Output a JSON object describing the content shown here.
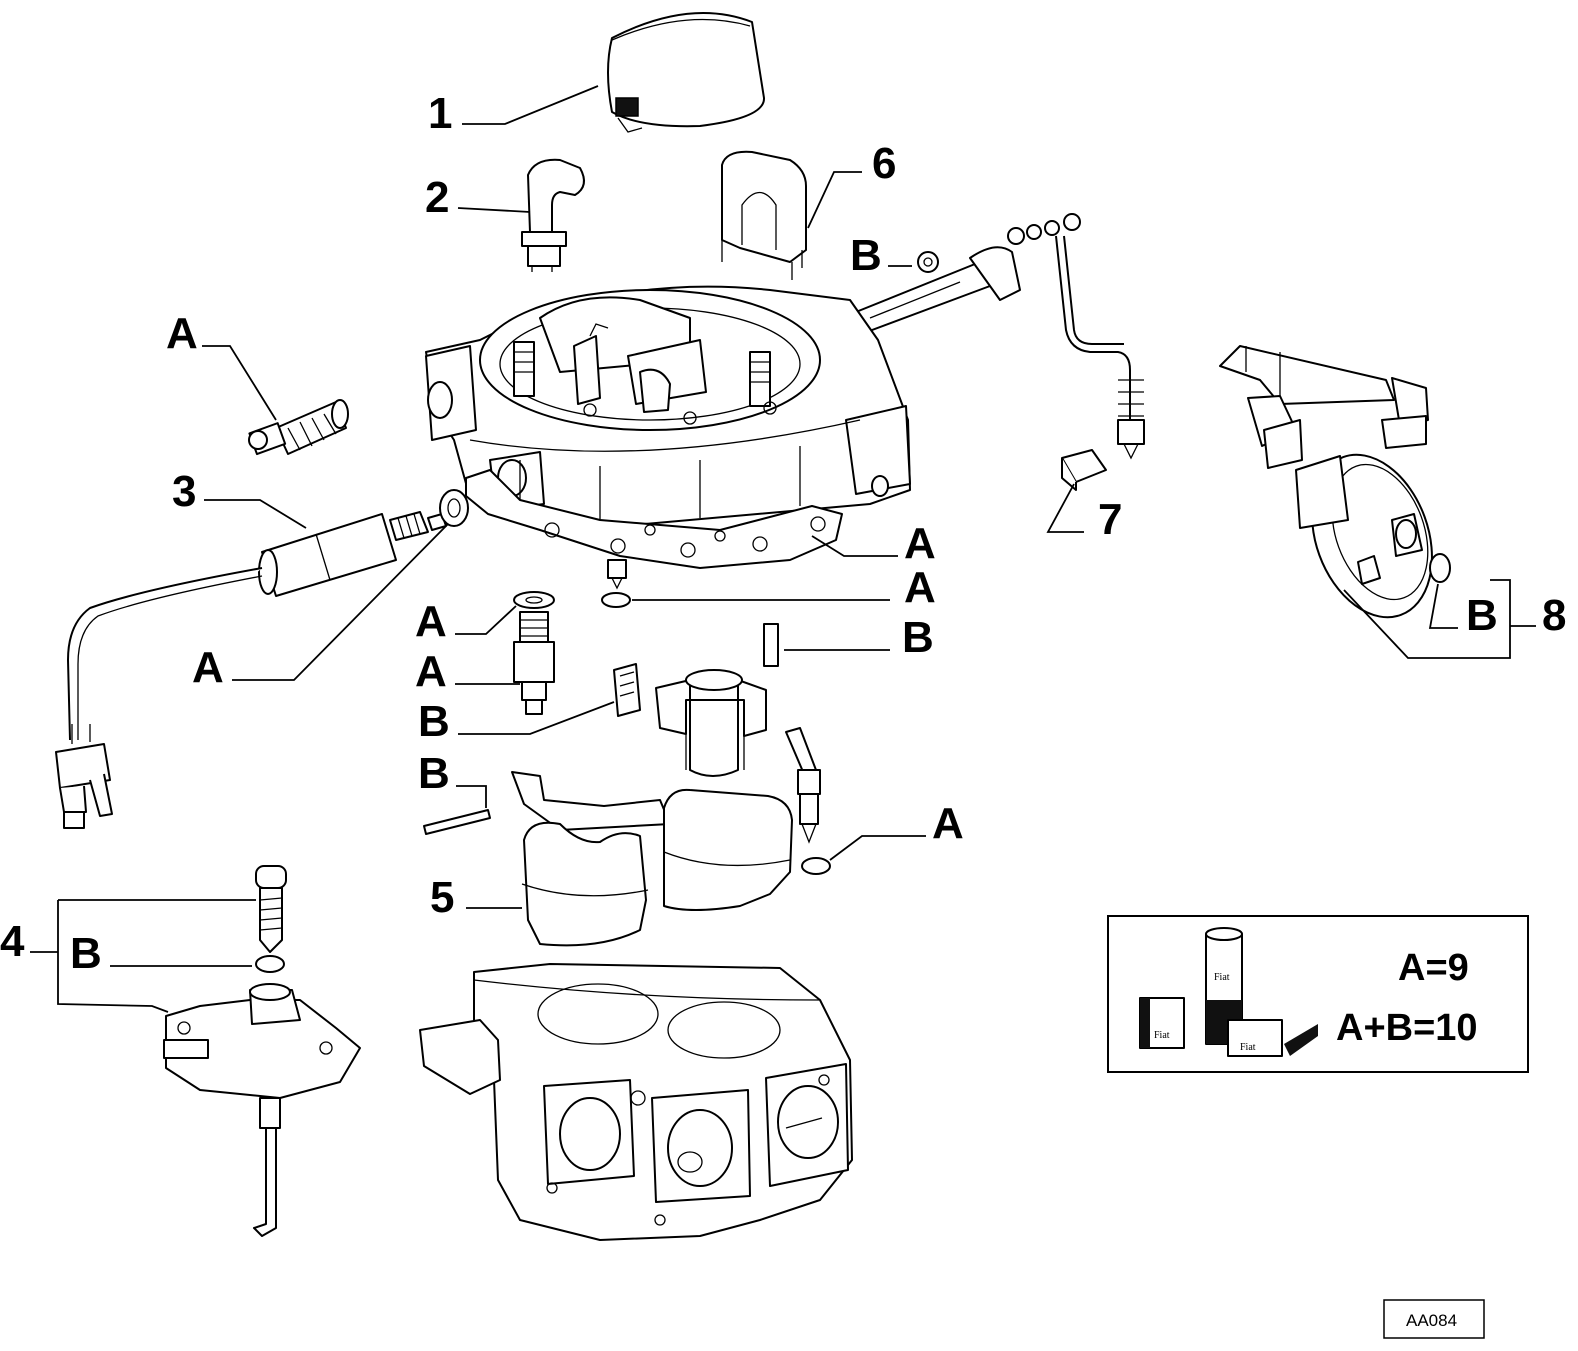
{
  "labels": {
    "n1": "1",
    "n2": "2",
    "n3": "3",
    "n4": "4",
    "n5": "5",
    "n6": "6",
    "n7": "7",
    "n8": "8",
    "a": "A",
    "b": "B"
  },
  "legend": {
    "line1": "A=9",
    "line2": "A+B=10",
    "product_text": "Fiat"
  },
  "drawing_code": "AA084"
}
